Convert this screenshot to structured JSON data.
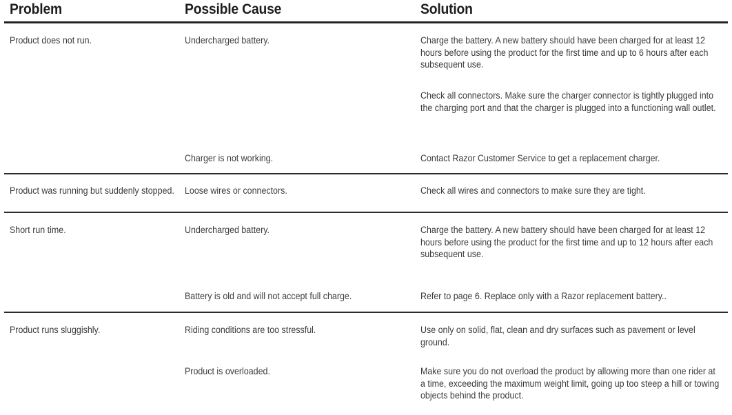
{
  "table": {
    "headers": {
      "problem": "Problem",
      "cause": "Possible Cause",
      "solution": "Solution"
    },
    "rows": [
      {
        "problem": "Product does not run.",
        "entries": [
          {
            "cause": "Undercharged battery.",
            "solutions": [
              "Charge the battery. A new battery should have been charged for at least 12 hours before using the product for the first time and up to 6 hours after each subsequent use.",
              "Check all connectors. Make sure the charger connector is tightly plugged into the charging port and that the charger is plugged into a functioning wall outlet."
            ]
          },
          {
            "cause": "Charger is not working.",
            "solutions": [
              "Contact Razor Customer Service to get a replacement charger."
            ]
          }
        ]
      },
      {
        "problem": "Product was running but suddenly stopped.",
        "entries": [
          {
            "cause": "Loose wires or connectors.",
            "solutions": [
              "Check all wires and connectors to make sure they are tight."
            ]
          }
        ]
      },
      {
        "problem": "Short run time.",
        "entries": [
          {
            "cause": "Undercharged battery.",
            "solutions": [
              "Charge the battery. A new battery should have been charged for at least 12 hours before using the product for the first time and up to 12 hours after each subsequent use."
            ]
          },
          {
            "cause": "Battery is old and will not accept full charge.",
            "solutions": [
              "Refer to page 6. Replace only with a Razor replacement battery.."
            ]
          }
        ]
      },
      {
        "problem": "Product runs sluggishly.",
        "entries": [
          {
            "cause": "Riding conditions are too stressful.",
            "solutions": [
              "Use only on solid, flat, clean and dry surfaces such as pavement or level ground."
            ]
          },
          {
            "cause": "Product is overloaded.",
            "solutions": [
              "Make sure you do not overload the product by allowing more than one rider at a time, exceeding the maximum weight limit, going up too steep a hill or towing objects behind the product."
            ]
          }
        ]
      }
    ],
    "colors": {
      "rule": "#2b2b2b",
      "header_text": "#1d1d1d",
      "body_text": "#3b3b3b",
      "background": "#ffffff"
    }
  }
}
